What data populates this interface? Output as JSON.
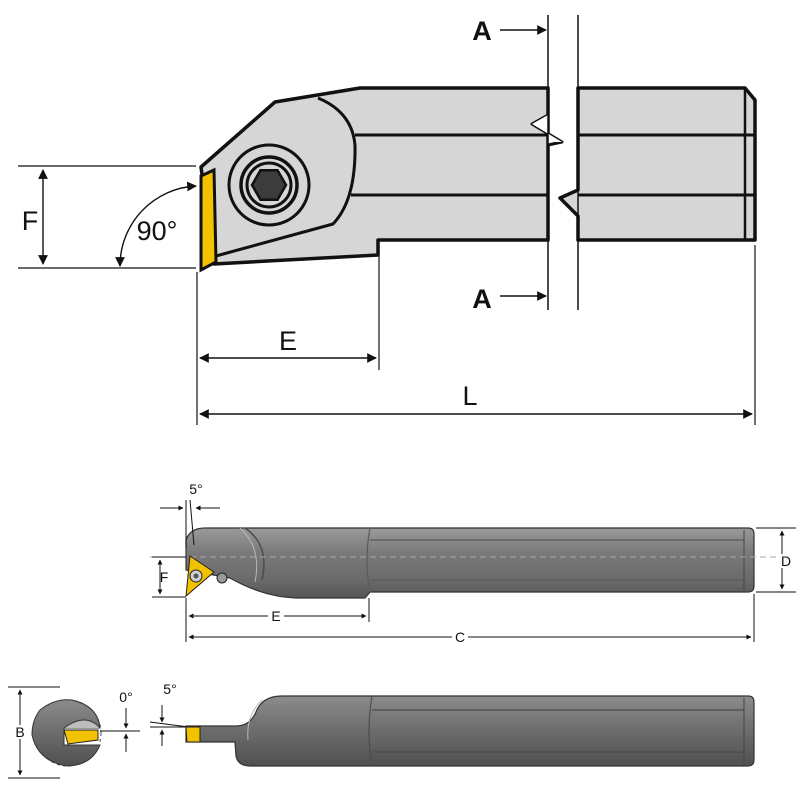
{
  "top_view": {
    "section_mark_top": "A",
    "section_mark_bottom": "A",
    "dim_f": "F",
    "dim_angle": "90°",
    "dim_e": "E",
    "dim_l": "L"
  },
  "mid_view": {
    "dim_angle": "5°",
    "dim_f": "F",
    "dim_e": "E",
    "dim_c": "C",
    "dim_d": "D"
  },
  "bottom_view": {
    "dim_b": "B",
    "dim_angle_0": "0°",
    "dim_angle_5": "5°"
  },
  "colors": {
    "insert": "#f2c200",
    "body_light": "#d6d6d6",
    "bar_dark": "#6e6e6e",
    "bar_mid": "#8a8a8a",
    "outline": "#111111"
  }
}
